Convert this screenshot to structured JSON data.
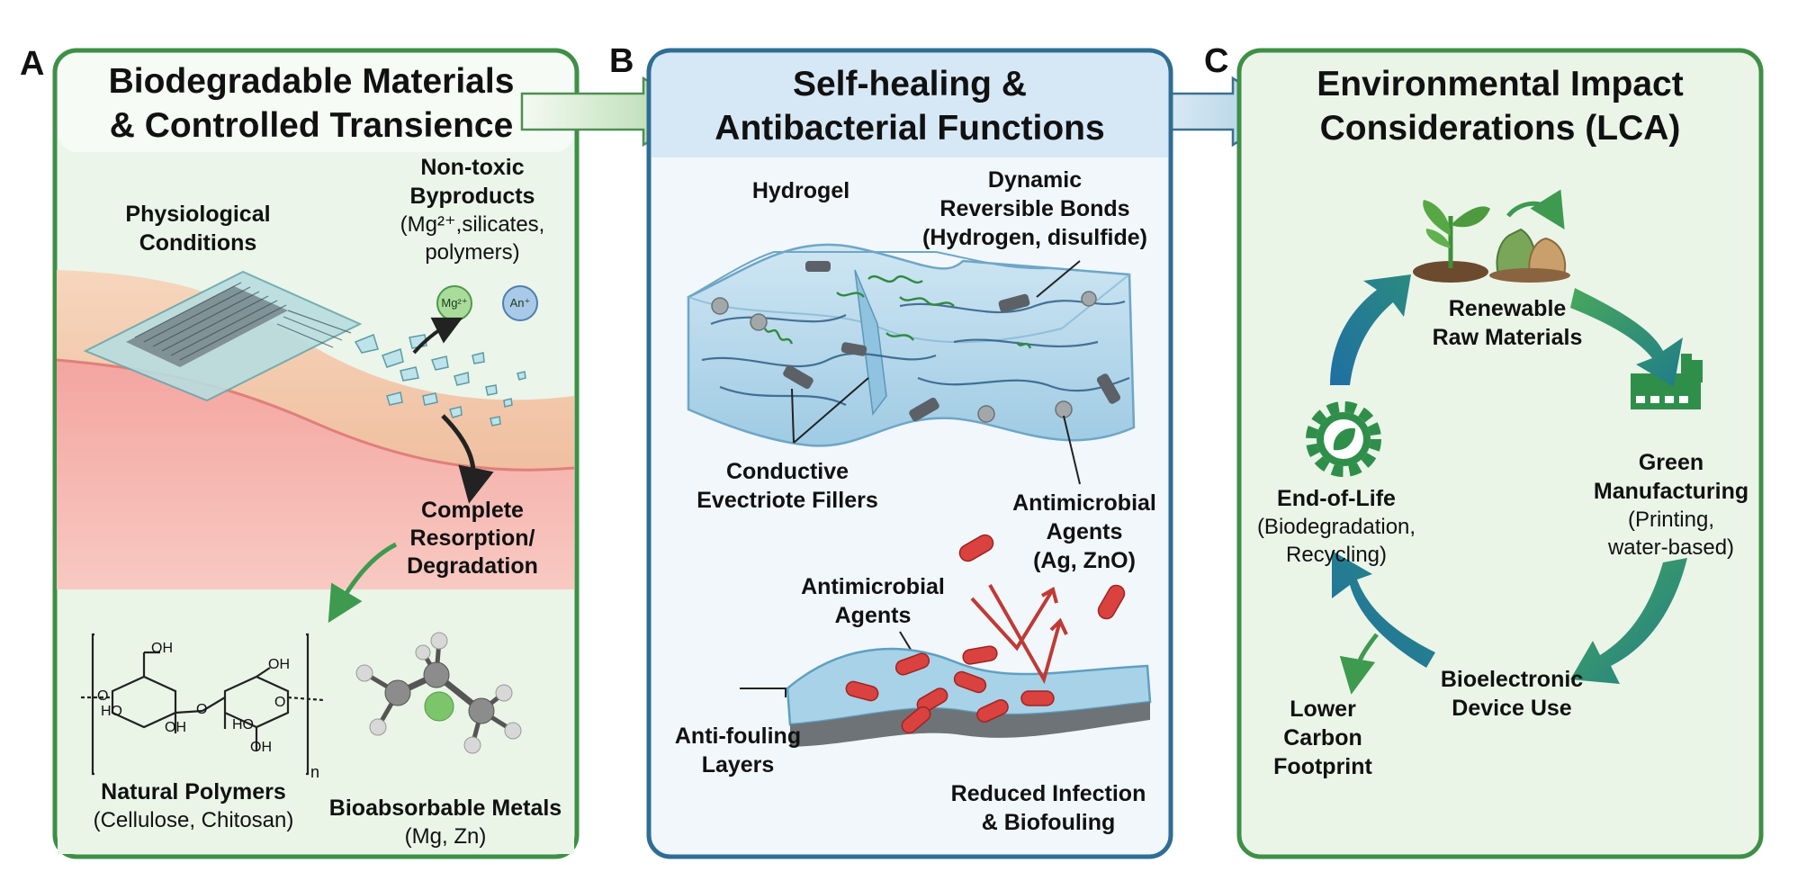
{
  "panels": {
    "a": {
      "letter": "A",
      "title": [
        "Biodegradable Materials",
        "& Controlled Transience"
      ],
      "physio": [
        "Physiological",
        "Conditions"
      ],
      "byproducts_title": [
        "Non-toxic",
        "Byproducts"
      ],
      "byproducts_detail": [
        "(Mg²⁺,silicates,",
        "polymers)"
      ],
      "ion_mg": "Mg²⁺",
      "ion_an": "An⁺",
      "resorption": [
        "Complete",
        "Resorption/",
        "Degradation"
      ],
      "polymers_title": "Natural Polymers",
      "polymers_detail": "(Cellulose, Chitosan)",
      "metals_title": "Bioabsorbable Metals",
      "metals_detail": "(Mg, Zn)",
      "formula": {
        "oh": "OH",
        "ho": "HO",
        "o": "O",
        "n": "n"
      }
    },
    "b": {
      "letter": "B",
      "title": [
        "Self-healing &",
        "Antibacterial Functions"
      ],
      "hydrogel": "Hydrogel",
      "bonds": [
        "Dynamic",
        "Reversible Bonds",
        "(Hydrogen, disulfide)"
      ],
      "fillers": [
        "Conductive",
        "Evectriote Fillers"
      ],
      "antimicrobial_right": [
        "Antimicrobial",
        "Agents",
        "(Ag, ZnO)"
      ],
      "antimicrobial_center": [
        "Antimicrobial",
        "Agents"
      ],
      "antifouling": [
        "Anti-fouling",
        "Layers"
      ],
      "reduced": [
        "Reduced Infection",
        "& Biofouling"
      ]
    },
    "c": {
      "letter": "C",
      "title": [
        "Environmental Impact",
        "Considerations (LCA)"
      ],
      "renewable": [
        "Renewable",
        "Raw Materials"
      ],
      "manufacturing_title": [
        "Green",
        "Manufacturing"
      ],
      "manufacturing_detail": [
        "(Printing,",
        "water-based)"
      ],
      "device_use": [
        "Bioelectronic",
        "Device Use"
      ],
      "end_of_life_title": "End-of-Life",
      "end_of_life_detail": [
        "(Biodegradation,",
        "Recycling)"
      ],
      "carbon": [
        "Lower",
        "Carbon",
        "Footprint"
      ]
    }
  },
  "colors": {
    "green_border": "#3f8f47",
    "blue_border": "#2f6e94",
    "panel_green_bg": "#ebf5ea",
    "panel_blue_bg": "#f1f7fb",
    "tissue_skin": "#f3c6a6",
    "tissue_muscle": "#f29c98",
    "bacteria": "#d9423f"
  }
}
